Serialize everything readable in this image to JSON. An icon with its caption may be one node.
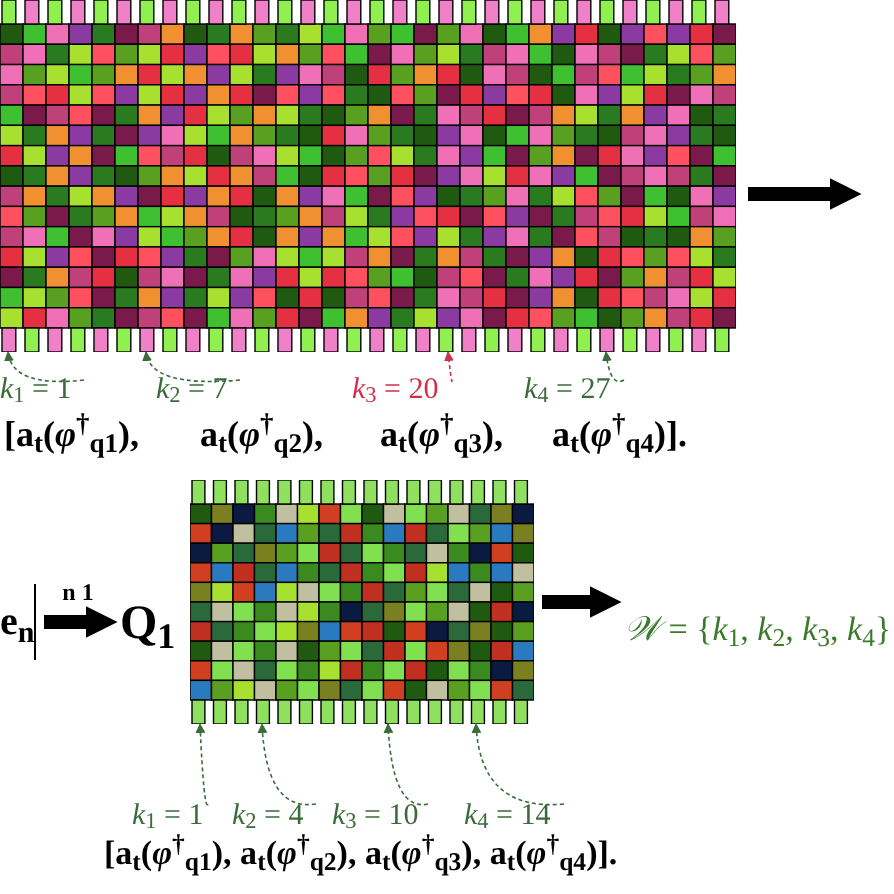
{
  "diagram": {
    "nodes": [
      {
        "text": [],
        "shape": "picture"
      },
      {
        "text": [
          "*k*$_{1}$ = 1"
        ]
      },
      {
        "text": [
          "*k*$_{2}$ = 7"
        ]
      },
      {
        "text": [
          "*k*$_{3}$ = 20"
        ]
      },
      {
        "text": [
          "*k*$_{4}$ = 27"
        ]
      },
      {
        "text": [
          "e$_{n}$"
        ]
      },
      {
        "text": [
          "Q$_{1}$"
        ]
      },
      {
        "text": [],
        "shape": "picture"
      },
      {
        "text": [
          "*k*$_{1}$ = 1"
        ]
      },
      {
        "text": [
          "*k*$_{2}$ = 4"
        ]
      },
      {
        "text": [
          "*k*$_{3}$ = 10"
        ]
      },
      {
        "text": [
          "*k*$_{4}$ = 14"
        ]
      },
      {
        "text": [
          "*𝒲* = {*k*$_{1}$, *k*$_{2}$, *k*$_{3}$, *k*$_{4}$}"
        ]
      }
    ],
    "edges": [
      {
        "from": 0,
        "to": null,
        "arrow": "to",
        "style": "thick",
        "color": "#000000"
      },
      {
        "from": 1,
        "to": 0,
        "arrow": "to",
        "style": "dashed"
      },
      {
        "from": 2,
        "to": 0,
        "arrow": "to",
        "style": "dashed"
      },
      {
        "from": 3,
        "to": 0,
        "arrow": "to",
        "style": "dashed",
        "color": "#d0304a"
      },
      {
        "from": 4,
        "to": 0,
        "arrow": "to",
        "style": "dashed"
      },
      {
        "from": 5,
        "to": 6,
        "arrow": "to",
        "label": "n 1",
        "style": "thick",
        "color": "#000000"
      },
      {
        "from": 7,
        "to": 12,
        "arrow": "to",
        "style": "thick",
        "color": "#000000"
      },
      {
        "from": 8,
        "to": 7,
        "arrow": "to",
        "style": "dashed"
      },
      {
        "from": 9,
        "to": 7,
        "arrow": "to",
        "style": "dashed"
      },
      {
        "from": 10,
        "to": 7,
        "arrow": "to",
        "style": "dashed"
      },
      {
        "from": 11,
        "to": 7,
        "arrow": "to",
        "style": "dashed"
      }
    ],
    "labels": [
      "[a$_{t}$(*φ*$^{†}$$_{q1}$),",
      "a$_{t}$(*φ*$^{†}$$_{q2}$),",
      "a$_{t}$(*φ*$^{†}$$_{q3}$),",
      "a$_{t}$(*φ*$^{†}$$_{q4}$)].",
      "[a$_{t}$(*φ*$^{†}$$_{q1}$), a$_{t}$(*φ*$^{†}$$_{q2}$), a$_{t}$(*φ*$^{†}$$_{q3}$), a$_{t}$(*φ*$^{†}$$_{q4}$)]."
    ]
  }
}
